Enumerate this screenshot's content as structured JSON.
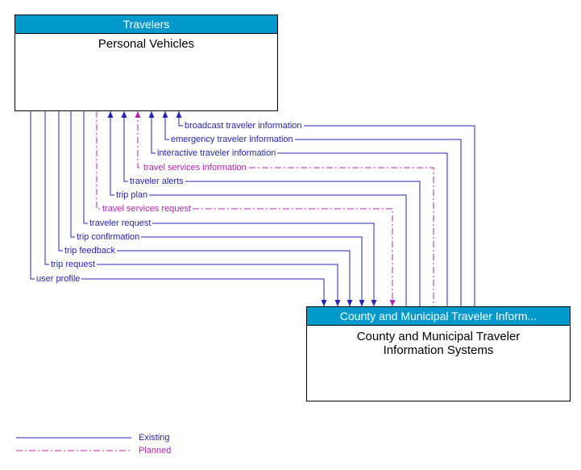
{
  "diagram": {
    "top_entity": {
      "header": "Travelers",
      "name": "Personal Vehicles"
    },
    "bottom_entity": {
      "header": "County and Municipal Traveler Inform...",
      "name": "County and Municipal Traveler Information Systems"
    },
    "flows": [
      {
        "label": "broadcast traveler information",
        "status": "existing",
        "direction": "to-top"
      },
      {
        "label": "emergency traveler information",
        "status": "existing",
        "direction": "to-top"
      },
      {
        "label": "interactive traveler information",
        "status": "existing",
        "direction": "to-top"
      },
      {
        "label": "travel services information",
        "status": "planned",
        "direction": "to-top"
      },
      {
        "label": "traveler alerts",
        "status": "existing",
        "direction": "to-top"
      },
      {
        "label": "trip plan",
        "status": "existing",
        "direction": "to-top"
      },
      {
        "label": "travel services request",
        "status": "planned",
        "direction": "to-bottom"
      },
      {
        "label": "traveler request",
        "status": "existing",
        "direction": "to-bottom"
      },
      {
        "label": "trip confirmation",
        "status": "existing",
        "direction": "to-bottom"
      },
      {
        "label": "trip feedback",
        "status": "existing",
        "direction": "to-bottom"
      },
      {
        "label": "trip request",
        "status": "existing",
        "direction": "to-bottom"
      },
      {
        "label": "user profile",
        "status": "existing",
        "direction": "to-bottom"
      }
    ],
    "legend": {
      "existing_label": "Existing",
      "planned_label": "Planned"
    },
    "colors": {
      "existing": "#2424B4",
      "planned": "#B424B4",
      "header_bg": "#0099CC",
      "header_text": "#FFFFFF",
      "box_border": "#000000"
    }
  }
}
